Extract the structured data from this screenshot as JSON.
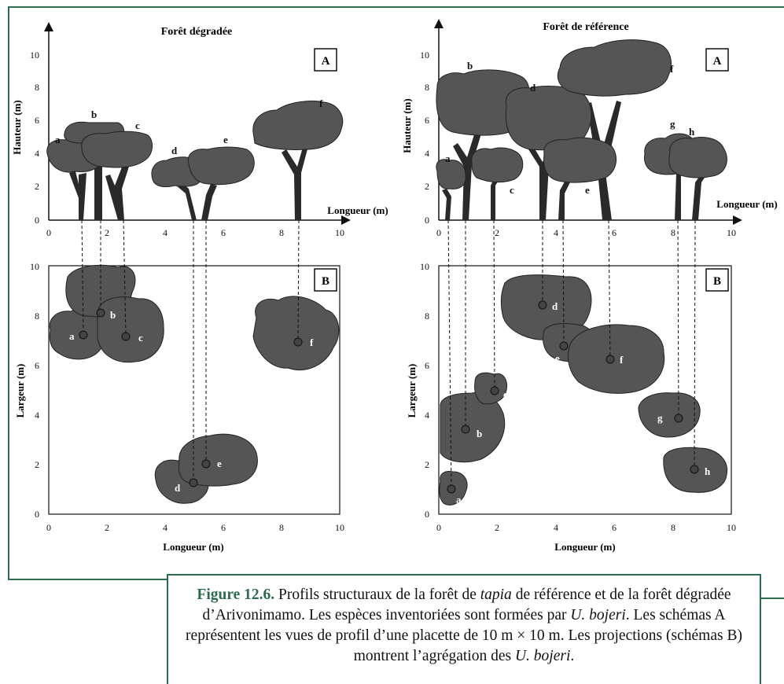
{
  "colors": {
    "frame": "#2f6b4e",
    "canopy": "#555555",
    "trunk": "#2a2a2a",
    "axis": "#111111"
  },
  "left": {
    "title": "Forêt dégradée",
    "badge_a": "A",
    "badge_b": "B",
    "profile_y_label": "Hauteur (m)",
    "profile_x_label": "Longueur (m)",
    "plan_y_label": "Largeur (m)",
    "plan_x_label": "Longueur (m)",
    "profile_y_ticks": [
      "0",
      "2",
      "4",
      "6",
      "8",
      "10"
    ],
    "profile_x_ticks": [
      "0",
      "2",
      "4",
      "6",
      "8",
      "10"
    ],
    "plan_y_ticks": [
      "0",
      "2",
      "4",
      "6",
      "8",
      "10"
    ],
    "plan_x_ticks": [
      "0",
      "2",
      "4",
      "6",
      "8",
      "10"
    ],
    "tree_labels": [
      "a",
      "b",
      "c",
      "d",
      "e",
      "f"
    ]
  },
  "right": {
    "title": "Forêt de référence",
    "badge_a": "A",
    "badge_b": "B",
    "profile_y_label": "Hauteur (m)",
    "profile_x_label": "Longueur (m)",
    "plan_y_label": "Largeur (m)",
    "plan_x_label": "Longueur (m)",
    "profile_y_ticks": [
      "0",
      "2",
      "4",
      "6",
      "8",
      "10"
    ],
    "profile_x_ticks": [
      "0",
      "2",
      "4",
      "6",
      "8",
      "10"
    ],
    "plan_y_ticks": [
      "0",
      "2",
      "4",
      "6",
      "8",
      "10"
    ],
    "plan_x_ticks": [
      "0",
      "2",
      "4",
      "6",
      "8",
      "10"
    ],
    "tree_labels": [
      "a",
      "b",
      "c",
      "d",
      "e",
      "f",
      "g",
      "h"
    ]
  },
  "caption": {
    "number": "Figure 12.6.",
    "text_1": " Profils structuraux de la forêt de ",
    "italic_1": "tapia",
    "text_2": " de référence et de la forêt dégradée d’Arivonimamo. Les espèces inventoriées sont formées par ",
    "italic_2": "U. bojeri",
    "text_3": ". Les schémas A représentent les vues de profil d’une placette de 10 m × 10 m. Les projections (schémas B) montrent l’agrégation des ",
    "italic_3": "U. bojeri",
    "text_4": "."
  }
}
